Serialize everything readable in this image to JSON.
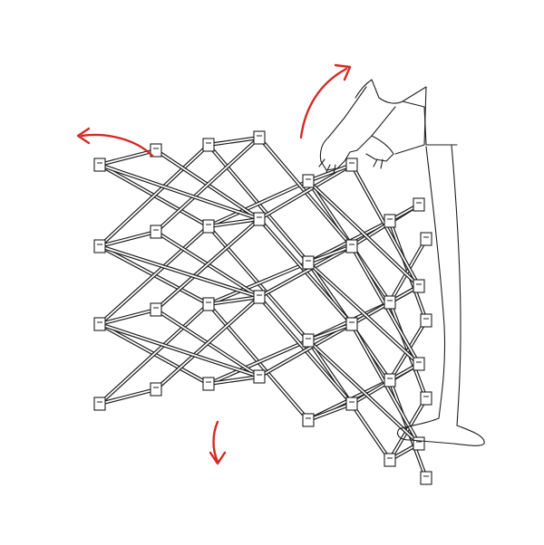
{
  "figure": {
    "subject": "",
    "colors": {
      "line": "#1f1f1f",
      "fill": "#ffffff",
      "arrow": "#d42a24",
      "background": "#ffffff"
    },
    "arrows": [
      {
        "name": "top-left-arrow",
        "direction": "outward-left"
      },
      {
        "name": "top-right-arrow",
        "direction": "upward-right"
      },
      {
        "name": "bottom-arrow",
        "direction": "downward"
      }
    ],
    "elements": [
      "scissor-frame",
      "hub-connectors",
      "person-hands",
      "person-leg"
    ]
  }
}
